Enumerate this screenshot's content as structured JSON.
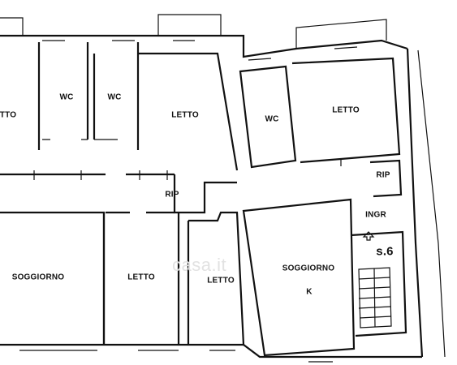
{
  "rooms": {
    "letto_top_left": "TTO",
    "wc_1": "WC",
    "wc_2": "WC",
    "letto_top_center": "LETTO",
    "wc_3": "WC",
    "letto_top_right": "LETTO",
    "rip_right": "RIP",
    "rip_center": "RIP",
    "ingr": "INGR",
    "stair_label": "s.6",
    "soggiorno_left": "SOGGIORNO",
    "letto_bottom_center": "LETTO",
    "letto_bottom_right": "LETTO",
    "soggiorno_right": "SOGGIORNO",
    "kitchen": "K"
  },
  "watermark": "casa.it",
  "colors": {
    "walls": "#111111",
    "background": "#ffffff",
    "watermark": "#e2e2e2"
  }
}
